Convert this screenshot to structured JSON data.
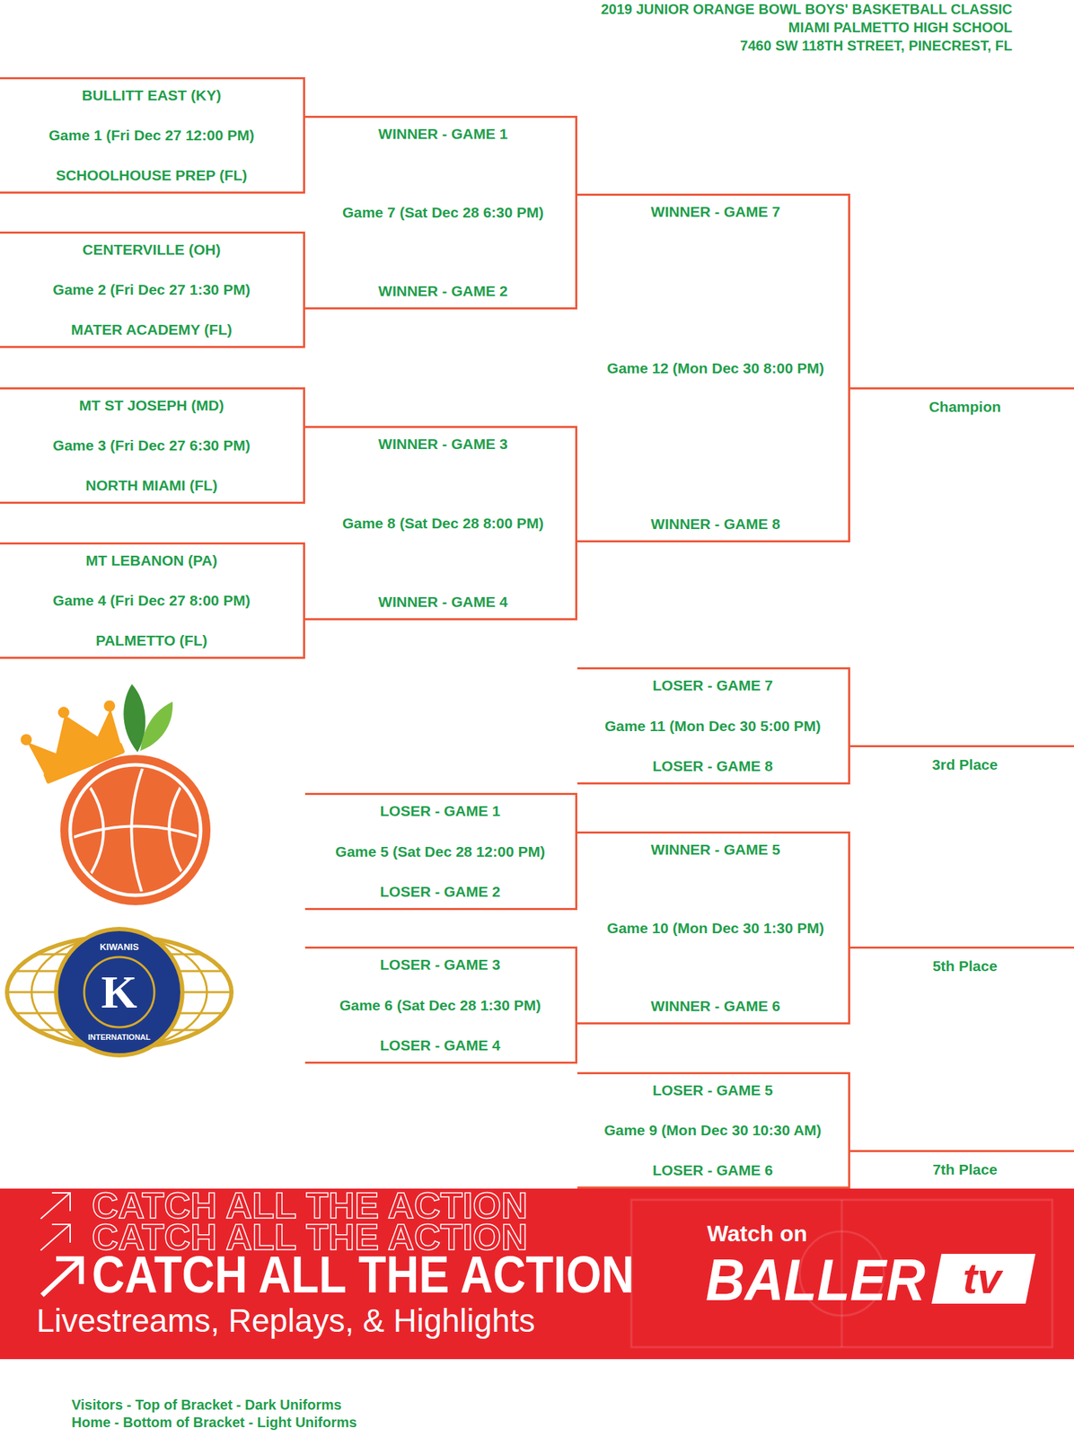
{
  "diagram": {
    "title": "2019 JUNIOR ORANGE BOWL BOYS' BASKETBALL CLASSIC",
    "nodes": [
      {
        "text": [
          "BULLITT EAST (KY)",
          "Game 1 (Fri Dec 27 12:00 PM)",
          "SCHOOLHOUSE PREP (FL)"
        ]
      },
      {
        "text": [
          "CENTERVILLE (OH)",
          "Game 2 (Fri Dec 27 1:30 PM)",
          "MATER ACADEMY (FL)"
        ]
      },
      {
        "text": [
          "MT ST JOSEPH (MD)",
          "Game 3 (Fri Dec 27 6:30 PM)",
          "NORTH MIAMI (FL)"
        ]
      },
      {
        "text": [
          "MT LEBANON (PA)",
          "Game 4 (Fri Dec 27 8:00 PM)",
          "PALMETTO (FL)"
        ]
      },
      {
        "text": [
          "WINNER - GAME 1",
          "Game 7 (Sat Dec 28 6:30 PM)",
          "WINNER - GAME 2"
        ]
      },
      {
        "text": [
          "WINNER - GAME 3",
          "Game 8 (Sat Dec 28 8:00 PM)",
          "WINNER - GAME 4"
        ]
      },
      {
        "text": [
          "WINNER - GAME 7",
          "Game 12 (Mon Dec 30 8:00 PM)",
          "WINNER - GAME 8"
        ]
      },
      {
        "text": [
          "Champion"
        ]
      },
      {
        "text": [
          "LOSER - GAME 7",
          "Game 11 (Mon Dec 30 5:00 PM)",
          "LOSER - GAME 8"
        ]
      },
      {
        "text": [
          "3rd Place"
        ]
      },
      {
        "text": [
          "LOSER - GAME 1",
          "Game 5 (Sat Dec 28 12:00 PM)",
          "LOSER - GAME 2"
        ]
      },
      {
        "text": [
          "LOSER - GAME 3",
          "Game 6 (Sat Dec 28 1:30 PM)",
          "LOSER - GAME 4"
        ]
      },
      {
        "text": [
          "WINNER - GAME 5",
          "Game 10 (Mon Dec 30 1:30 PM)",
          "WINNER - GAME 6"
        ]
      },
      {
        "text": [
          "5th Place"
        ]
      },
      {
        "text": [
          "LOSER - GAME 5",
          "Game 9 (Mon Dec 30 10:30 AM)",
          "LOSER - GAME 6"
        ]
      },
      {
        "text": [
          "7th Place"
        ]
      }
    ],
    "edges": [
      {
        "from": 0,
        "to": 4,
        "arrow": "none"
      },
      {
        "from": 1,
        "to": 4,
        "arrow": "none"
      },
      {
        "from": 2,
        "to": 5,
        "arrow": "none"
      },
      {
        "from": 3,
        "to": 5,
        "arrow": "none"
      },
      {
        "from": 4,
        "to": 6,
        "arrow": "none"
      },
      {
        "from": 5,
        "to": 6,
        "arrow": "none"
      },
      {
        "from": 6,
        "to": 7,
        "arrow": "none"
      },
      {
        "from": 8,
        "to": 9,
        "arrow": "none"
      },
      {
        "from": 10,
        "to": 12,
        "arrow": "none"
      },
      {
        "from": 11,
        "to": 12,
        "arrow": "none"
      },
      {
        "from": 12,
        "to": 13,
        "arrow": "none"
      },
      {
        "from": 14,
        "to": 15,
        "arrow": "none"
      }
    ],
    "labels": [
      "MIAMI PALMETTO HIGH SCHOOL",
      "7460 SW 118TH STREET, PINECREST, FL",
      "CATCH ALL THE ACTION",
      "CATCH ALL THE ACTION",
      "CATCH ALL THE ACTION",
      "Livestreams, Replays, & Highlights",
      "Watch on",
      "BALLER",
      "tv",
      "KIWANIS",
      "K",
      "INTERNATIONAL",
      "Visitors - Top of Bracket - Dark Uniforms",
      "Home - Bottom of Bracket - Light Uniforms"
    ]
  }
}
